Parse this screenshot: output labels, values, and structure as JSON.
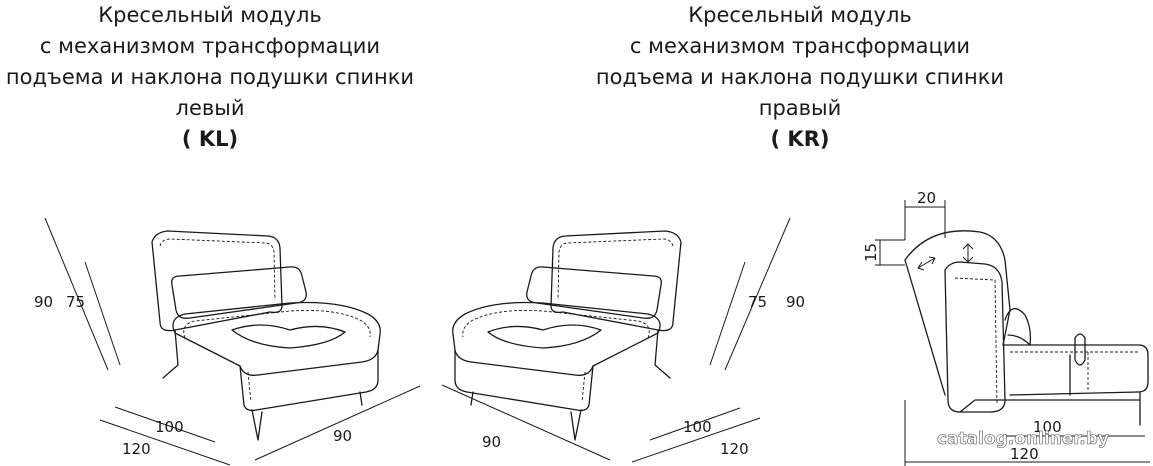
{
  "titles": {
    "left": {
      "line1": "Кресельный модуль",
      "line2": "с механизмом трансформации",
      "line3": "подъема и наклона подушки спинки",
      "line4": "левый",
      "code": "( KL)"
    },
    "right": {
      "line1": "Кресельный модуль",
      "line2": "с механизмом трансформации",
      "line3": "подъема и наклона подушки спинки",
      "line4": "правый",
      "code": "( KR)"
    }
  },
  "dimensions": {
    "left": {
      "height_total": "90",
      "height_seat_back": "75",
      "depth_seat": "100",
      "depth_total": "120",
      "width": "90"
    },
    "right": {
      "height_total": "90",
      "height_seat_back": "75",
      "depth_seat": "100",
      "depth_total": "120",
      "width": "90"
    },
    "side": {
      "tilt_offset": "20",
      "lift": "15",
      "depth_seat": "100",
      "depth_total": "120"
    }
  },
  "watermark": "catalog.onliner.by"
}
